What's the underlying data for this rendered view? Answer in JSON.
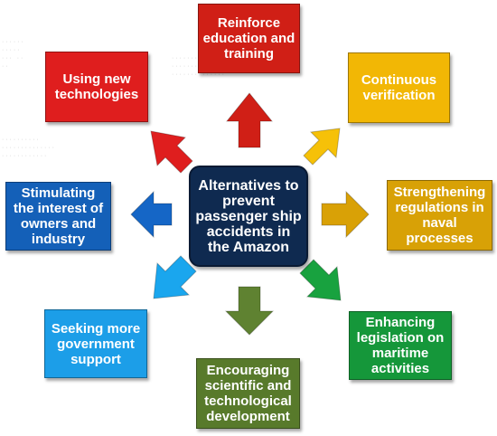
{
  "center": {
    "label": "Alternatives to prevent passenger ship accidents in the Amazon",
    "color": "#0f2a50"
  },
  "nodes": [
    {
      "id": "education",
      "label": "Reinforce education and training",
      "color": "#d01f16"
    },
    {
      "id": "verification",
      "label": "Continuous verification",
      "color": "#f2b705"
    },
    {
      "id": "regulations",
      "label": "Strengthening regulations in naval processes",
      "color": "#d8a106"
    },
    {
      "id": "legislation",
      "label": "Enhancing legislation on maritime activities",
      "color": "#15973a"
    },
    {
      "id": "scientific",
      "label": "Encouraging scientific and technological development",
      "color": "#587a2b"
    },
    {
      "id": "government",
      "label": "Seeking more government support",
      "color": "#1c9ee8"
    },
    {
      "id": "owners",
      "label": "Stimulating the interest of owners and industry",
      "color": "#1460b8"
    },
    {
      "id": "technologies",
      "label": "Using new technologies",
      "color": "#df1e1e"
    }
  ],
  "arrow_colors": {
    "education": "#d01f16",
    "verification": "#f6c108",
    "regulations": "#d9a106",
    "legislation": "#18a23f",
    "scientific": "#5f8231",
    "government": "#1aa6ee",
    "owners": "#1566c6",
    "technologies": "#df1e1e"
  }
}
